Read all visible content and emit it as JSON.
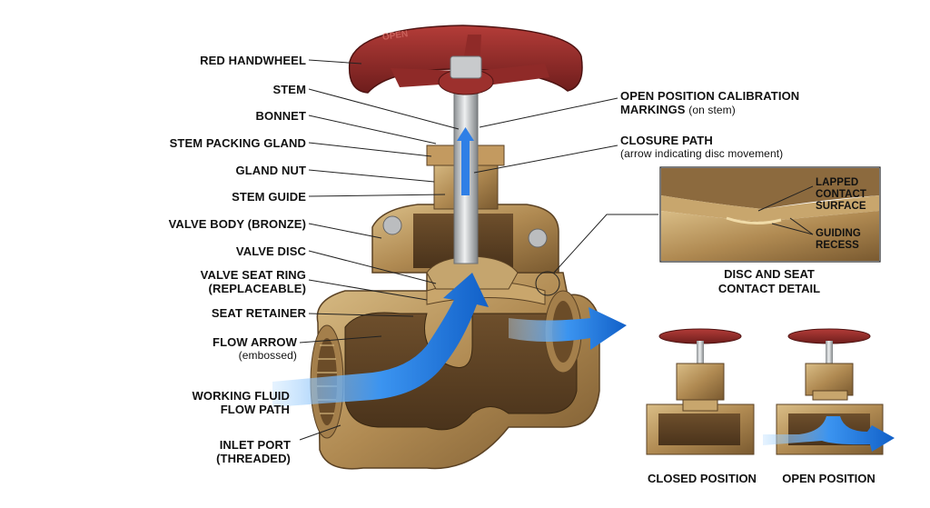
{
  "handwheel_text": "OPEN",
  "labels": {
    "red_handwheel": "RED HANDWHEEL",
    "stem": "STEM",
    "bonnet": "BONNET",
    "stem_packing_gland": "STEM PACKING GLAND",
    "gland_nut": "GLAND NUT",
    "stem_guide": "STEM GUIDE",
    "valve_body": "VALVE BODY (BRONZE)",
    "valve_disc": "VALVE DISC",
    "valve_seat_ring_1": "VALVE SEAT RING",
    "valve_seat_ring_2": "(REPLACEABLE)",
    "seat_retainer": "SEAT RETAINER",
    "flow_arrow": "FLOW ARROW",
    "flow_arrow_sub": "(embossed)",
    "working_fluid_1": "WORKING FLUID",
    "working_fluid_2": "FLOW PATH",
    "inlet_port_1": "INLET PORT",
    "inlet_port_2": "(THREADED)",
    "open_cal_1": "OPEN POSITION CALIBRATION",
    "open_cal_2": "MARKINGS",
    "open_cal_sub": "(on stem)",
    "closure_path": "CLOSURE PATH",
    "closure_path_sub": "(arrow indicating disc movement)",
    "lapped_1": "LAPPED",
    "lapped_2": "CONTACT",
    "lapped_3": "SURFACE",
    "guiding_1": "GUIDING",
    "guiding_2": "RECESS",
    "detail_caption_1": "DISC AND SEAT",
    "detail_caption_2": "CONTACT DETAIL",
    "closed_position": "CLOSED POSITION",
    "open_position": "OPEN POSITION"
  },
  "colors": {
    "handwheel": "#8f2a28",
    "bronze": "#b8955e",
    "bronze_dark": "#7a5c35",
    "steel": "#c4c6c8",
    "flow": "#1f78e0"
  }
}
